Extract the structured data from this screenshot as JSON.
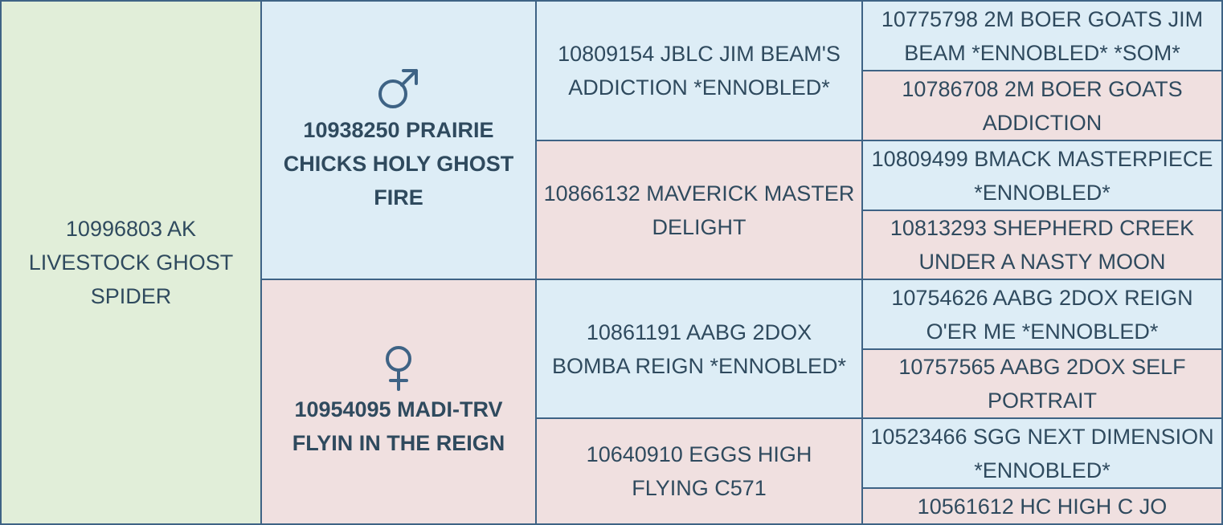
{
  "subject": {
    "name": "10996803 AK LIVESTOCK GHOST SPIDER"
  },
  "sire": {
    "name": "10938250 PRAIRIE CHICKS HOLY GHOST FIRE",
    "icon": "male-symbol-icon",
    "sire": {
      "name": "10809154 JBLC JIM BEAM'S ADDICTION *ENNOBLED*",
      "sire": {
        "name": "10775798 2M BOER GOATS JIM BEAM *ENNOBLED* *SOM*"
      },
      "dam": {
        "name": "10786708 2M BOER GOATS ADDICTION"
      }
    },
    "dam": {
      "name": "10866132 MAVERICK MASTER DELIGHT",
      "sire": {
        "name": "10809499 BMACK MASTERPIECE *ENNOBLED*"
      },
      "dam": {
        "name": "10813293 SHEPHERD CREEK UNDER A NASTY MOON"
      }
    }
  },
  "dam": {
    "name": "10954095 MADI-TRV FLYIN IN THE REIGN",
    "icon": "female-symbol-icon",
    "sire": {
      "name": "10861191 AABG 2DOX BOMBA REIGN *ENNOBLED*",
      "sire": {
        "name": "10754626 AABG 2DOX REIGN O'ER ME *ENNOBLED*"
      },
      "dam": {
        "name": "10757565 AABG 2DOX SELF PORTRAIT"
      }
    },
    "dam": {
      "name": "10640910 EGGS HIGH FLYING C571",
      "sire": {
        "name": "10523466 SGG NEXT DIMENSION *ENNOBLED*"
      },
      "dam": {
        "name": "10561612 HC HIGH C JO"
      }
    }
  },
  "colors": {
    "border": "#3e6385",
    "text": "#2f4a5e",
    "subject_bg": "#e1eed9",
    "male_bg": "#ddedf6",
    "female_bg": "#f0e0e0"
  }
}
